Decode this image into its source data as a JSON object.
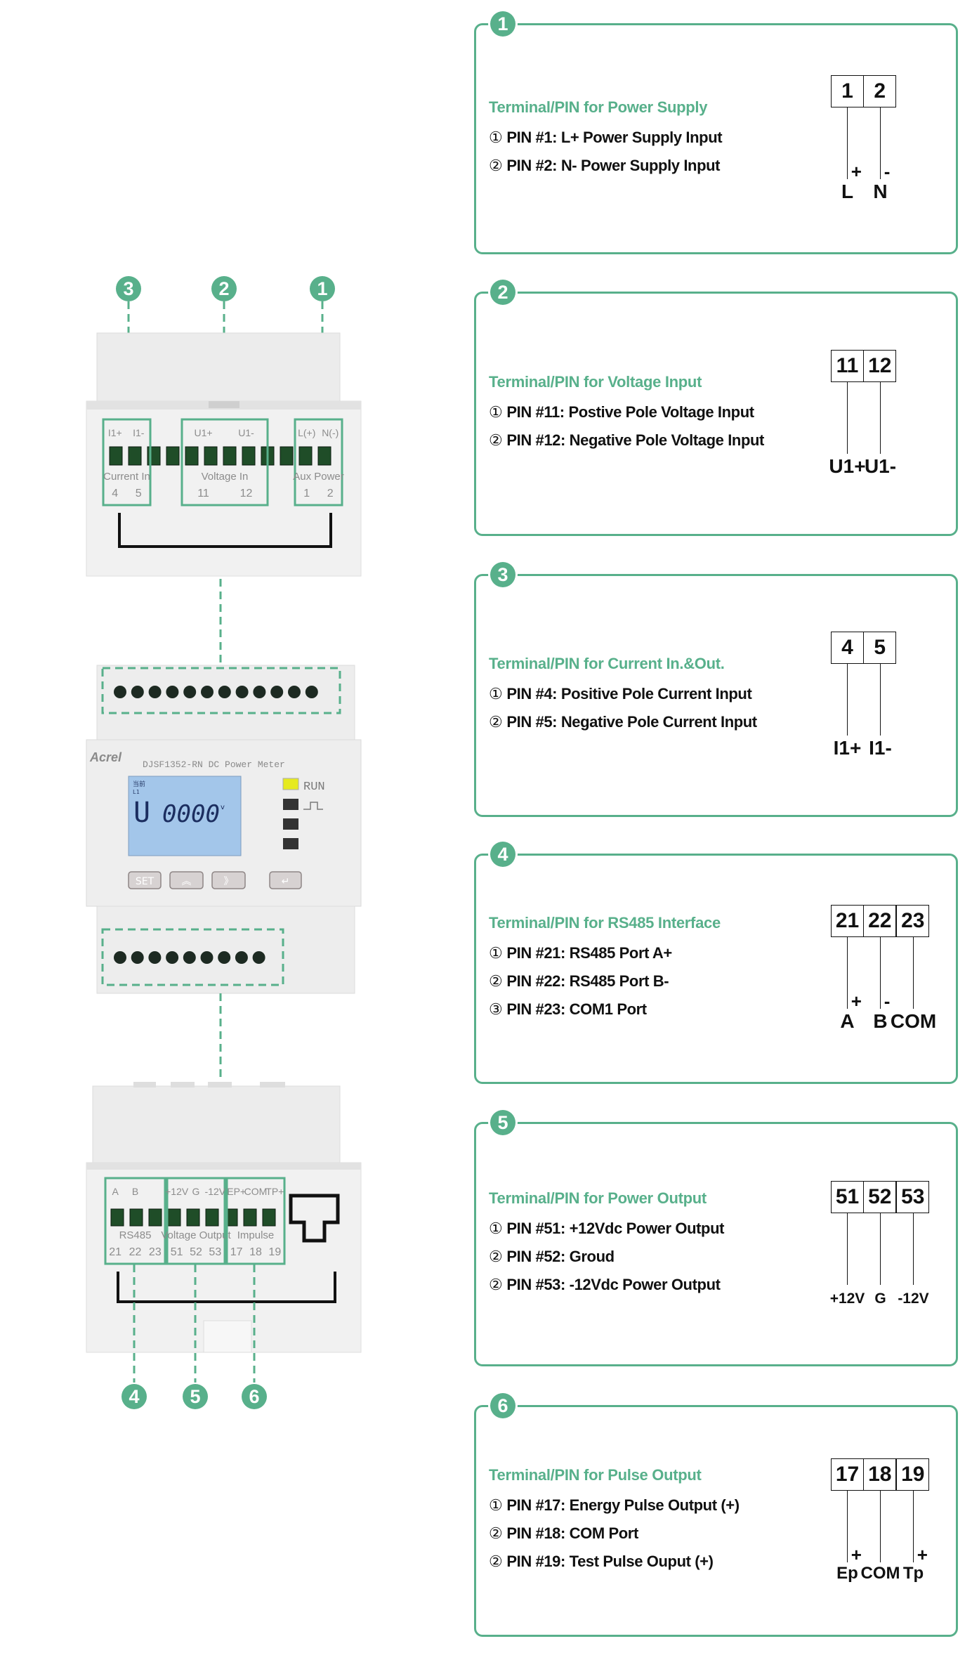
{
  "accent_color": "#58b08b",
  "device": {
    "callouts_top": [
      "3",
      "2",
      "1"
    ],
    "callouts_bottom": [
      "4",
      "5",
      "6"
    ],
    "top_blocks": [
      {
        "top": [
          "I1+",
          "I1-"
        ],
        "name": "Current In",
        "pins": [
          "4",
          "5"
        ]
      },
      {
        "top": [
          "U1+",
          "U1-"
        ],
        "name": "Voltage In",
        "pins": [
          "11",
          "12"
        ]
      },
      {
        "top": [
          "L(+)",
          "N(-)"
        ],
        "name": "Aux Power",
        "pins": [
          "1",
          "2"
        ]
      }
    ],
    "bottom_blocks": [
      {
        "top": [
          "A",
          "B",
          ""
        ],
        "name": "RS485",
        "pins": [
          "21",
          "22",
          "23"
        ]
      },
      {
        "top": [
          "+12V",
          "G",
          "-12V"
        ],
        "name": "Voltage Output",
        "pins": [
          "51",
          "52",
          "53"
        ]
      },
      {
        "top": [
          "EP+",
          "COM",
          "TP+"
        ],
        "name": "Impulse",
        "pins": [
          "17",
          "18",
          "19"
        ]
      }
    ],
    "brand": "Acrel",
    "model": "DJSF1352-RN DC Power Meter",
    "lcd": {
      "header": "当前",
      "sub": "L1",
      "symbol": "U",
      "value": "0000",
      "unit": "v"
    },
    "run_label": "RUN",
    "buttons": [
      "SET",
      "︽",
      "》",
      "↵"
    ]
  },
  "panels": [
    {
      "badge": "1",
      "title": "Terminal/PIN for Power Supply",
      "items": [
        {
          "marker": "①",
          "text": "PIN #1: L+ Power Supply Input"
        },
        {
          "marker": "②",
          "text": "PIN #2: N- Power Supply Input"
        }
      ],
      "terminals": [
        {
          "pin": "1",
          "sign": "+",
          "label": "L"
        },
        {
          "pin": "2",
          "sign": "-",
          "label": "N"
        }
      ]
    },
    {
      "badge": "2",
      "title": "Terminal/PIN for Voltage Input",
      "items": [
        {
          "marker": "①",
          "text": "PIN #11: Postive Pole Voltage Input"
        },
        {
          "marker": "②",
          "text": "PIN #12: Negative Pole Voltage Input"
        }
      ],
      "terminals": [
        {
          "pin": "11",
          "sign": "",
          "label": "U1+"
        },
        {
          "pin": "12",
          "sign": "",
          "label": "U1-"
        }
      ]
    },
    {
      "badge": "3",
      "title": "Terminal/PIN for Current In.&Out.",
      "items": [
        {
          "marker": "①",
          "text": "PIN #4: Positive Pole Current Input"
        },
        {
          "marker": "②",
          "text": "PIN #5: Negative Pole Current Input"
        }
      ],
      "terminals": [
        {
          "pin": "4",
          "sign": "",
          "label": "I1+"
        },
        {
          "pin": "5",
          "sign": "",
          "label": "I1-"
        }
      ]
    },
    {
      "badge": "4",
      "title": "Terminal/PIN for RS485 Interface",
      "items": [
        {
          "marker": "①",
          "text": "PIN #21: RS485 Port A+"
        },
        {
          "marker": "②",
          "text": "PIN #22: RS485 Port B-"
        },
        {
          "marker": "③",
          "text": "PIN #23: COM1 Port"
        }
      ],
      "terminals": [
        {
          "pin": "21",
          "sign": "+",
          "label": "A"
        },
        {
          "pin": "22",
          "sign": "-",
          "label": "B"
        },
        {
          "pin": "23",
          "sign": "",
          "label": "COM"
        }
      ]
    },
    {
      "badge": "5",
      "title": "Terminal/PIN for Power Output",
      "items": [
        {
          "marker": "①",
          "text": "PIN #51: +12Vdc Power Output"
        },
        {
          "marker": "②",
          "text": "PIN #52: Groud"
        },
        {
          "marker": "②",
          "text": "PIN #53: -12Vdc Power Output"
        }
      ],
      "terminals": [
        {
          "pin": "51",
          "sign": "",
          "label": "+12V"
        },
        {
          "pin": "52",
          "sign": "",
          "label": "G"
        },
        {
          "pin": "53",
          "sign": "",
          "label": "-12V"
        }
      ]
    },
    {
      "badge": "6",
      "title": "Terminal/PIN for Pulse Output",
      "items": [
        {
          "marker": "①",
          "text": "PIN #17: Energy Pulse Output (+)"
        },
        {
          "marker": "②",
          "text": "PIN #18: COM Port"
        },
        {
          "marker": "②",
          "text": "PIN #19: Test Pulse Ouput (+)"
        }
      ],
      "terminals": [
        {
          "pin": "17",
          "sign": "+",
          "label": "Ep"
        },
        {
          "pin": "18",
          "sign": "",
          "label": "COM"
        },
        {
          "pin": "19",
          "sign": "+",
          "label": "Tp"
        }
      ]
    }
  ]
}
